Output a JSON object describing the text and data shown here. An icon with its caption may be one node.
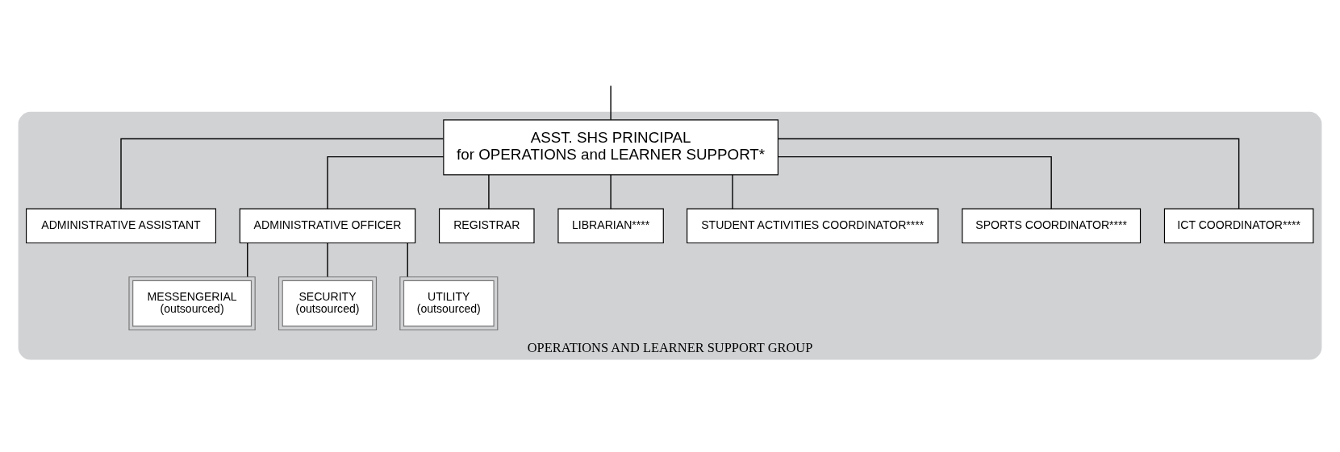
{
  "diagram": {
    "nodes": [
      {
        "text": [
          "OPERATIONS AND LEARNER SUPPORT GROUP"
        ]
      },
      {
        "text": [
          "ASST. SHS PRINCIPAL",
          "for OPERATIONS and LEARNER SUPPORT*"
        ],
        "in": 0
      },
      {
        "text": [
          "ADMINISTRATIVE ASSISTANT"
        ],
        "in": 0
      },
      {
        "text": [
          "ADMINISTRATIVE OFFICER"
        ],
        "in": 0
      },
      {
        "text": [
          "REGISTRAR"
        ],
        "in": 0
      },
      {
        "text": [
          "LIBRARIAN****"
        ],
        "in": 0
      },
      {
        "text": [
          "STUDENT ACTIVITIES COORDINATOR****"
        ],
        "in": 0
      },
      {
        "text": [
          "SPORTS COORDINATOR****"
        ],
        "in": 0
      },
      {
        "text": [
          "ICT COORDINATOR****"
        ],
        "in": 0
      },
      {
        "text": [
          "MESSENGERIAL",
          "(outsourced)"
        ],
        "in": 0
      },
      {
        "text": [
          "SECURITY",
          "(outsourced)"
        ],
        "in": 0
      },
      {
        "text": [
          "UTILITY",
          "(outsourced)"
        ],
        "in": 0
      }
    ],
    "edges": [
      {
        "from": null,
        "to": 1,
        "arrow": "none"
      },
      {
        "from": 1,
        "to": 2,
        "arrow": "none"
      },
      {
        "from": 1,
        "to": 3,
        "arrow": "none"
      },
      {
        "from": 1,
        "to": 4,
        "arrow": "none"
      },
      {
        "from": 1,
        "to": 5,
        "arrow": "none"
      },
      {
        "from": 1,
        "to": 6,
        "arrow": "none"
      },
      {
        "from": 1,
        "to": 7,
        "arrow": "none"
      },
      {
        "from": 1,
        "to": 8,
        "arrow": "none"
      },
      {
        "from": 3,
        "to": 9,
        "arrow": "none"
      },
      {
        "from": 3,
        "to": 10,
        "arrow": "none"
      },
      {
        "from": 3,
        "to": 11,
        "arrow": "none"
      }
    ]
  }
}
